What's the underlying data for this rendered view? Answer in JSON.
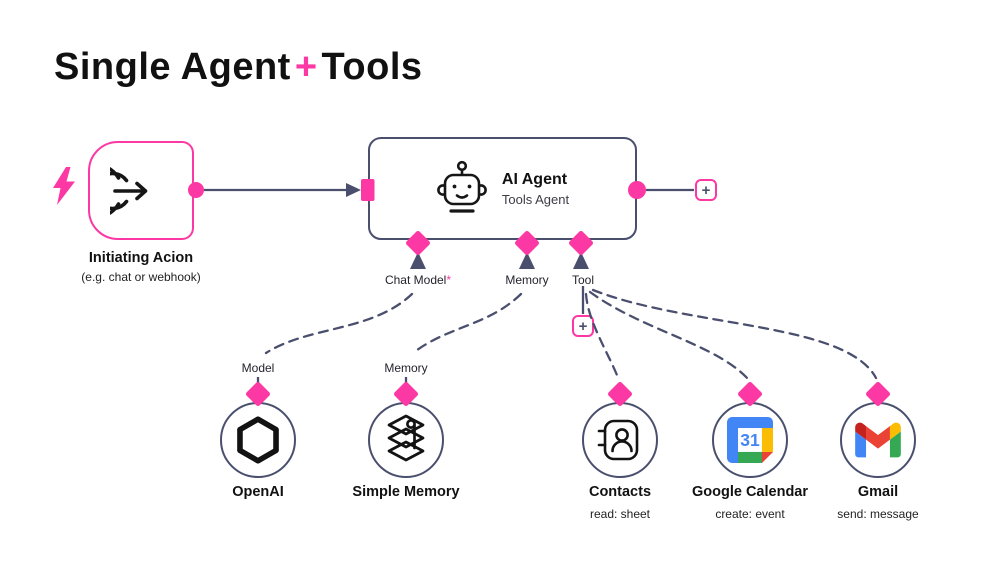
{
  "title": {
    "part1": "Single Agent",
    "plus": "+",
    "part2": "Tools"
  },
  "trigger": {
    "label": "Initiating Acion",
    "sublabel": "(e.g. chat or webhook)"
  },
  "agent": {
    "title": "AI Agent",
    "subtitle": "Tools Agent",
    "ports": {
      "chat_model": {
        "label": "Chat Model",
        "required": "*"
      },
      "memory": {
        "label": "Memory"
      },
      "tool": {
        "label": "Tool"
      }
    },
    "output_plus": "+",
    "tool_plus": "+"
  },
  "tools": [
    {
      "name": "OpenAI",
      "port_label": "Model"
    },
    {
      "name": "Simple Memory",
      "port_label": "Memory"
    },
    {
      "name": "Contacts",
      "action": "read: sheet"
    },
    {
      "name": "Google Calendar",
      "action": "create: event",
      "icon_text": "31"
    },
    {
      "name": "Gmail",
      "action": "send: message"
    }
  ],
  "colors": {
    "pink": "#fb38a3",
    "slate": "#4a4f6e",
    "ink": "#111111"
  }
}
